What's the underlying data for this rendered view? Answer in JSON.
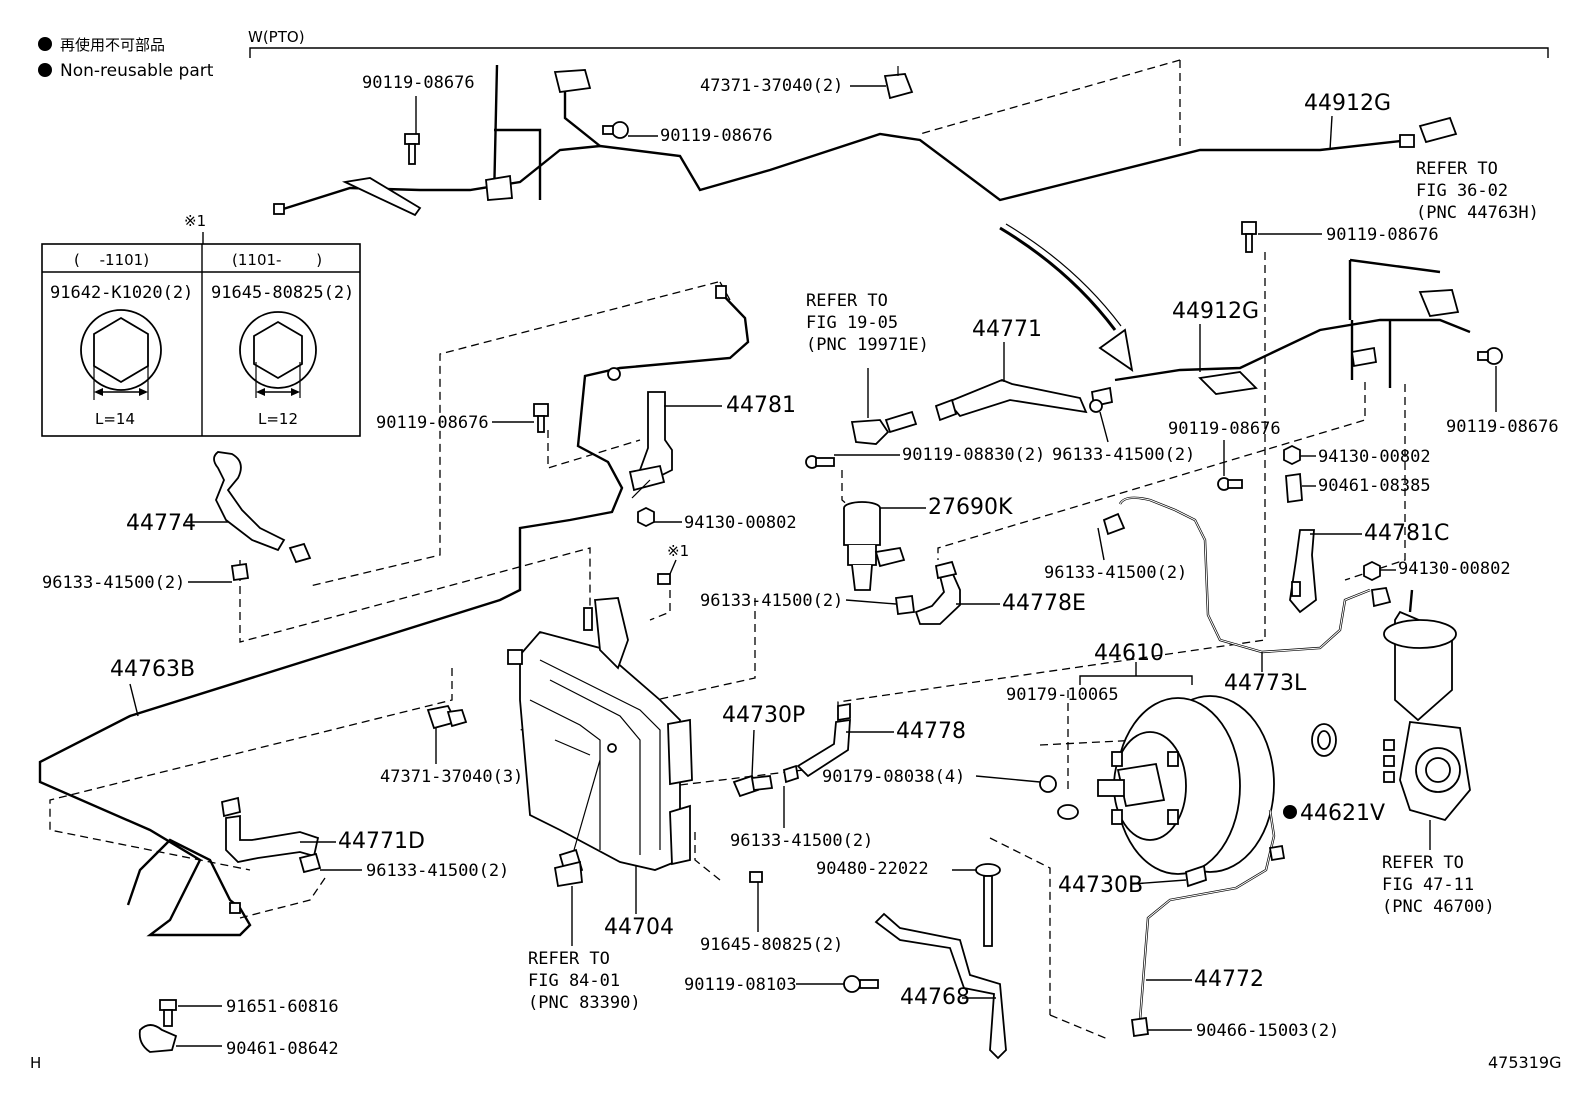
{
  "legend": {
    "line1": "再使用不可部品",
    "line2": "Non-reusable part"
  },
  "header": {
    "variant": "W(PTO)"
  },
  "inset": {
    "mark": "※1",
    "col1_range": "(　 -1101)",
    "col2_range": "(1101-　　 )",
    "col1_part": "91642-K1020(2)",
    "col2_part": "91645-80825(2)",
    "col1_dim": "L=14",
    "col2_dim": "L=12"
  },
  "labels": {
    "p90119_08676_a": "90119-08676",
    "p47371_37040_2": "47371-37040(2)",
    "p90119_08676_b": "90119-08676",
    "p44912G_a": "44912G",
    "refer_36_1": "REFER TO",
    "refer_36_2": "FIG 36-02",
    "refer_36_3": "(PNC 44763H)",
    "p90119_08676_c": "90119-08676",
    "p44912G_b": "44912G",
    "p90119_08676_d": "90119-08676",
    "refer_19_1": "REFER TO",
    "refer_19_2": "FIG 19-05",
    "refer_19_3": "(PNC 19971E)",
    "p44771": "44771",
    "p90119_08676_e": "90119-08676",
    "p44781": "44781",
    "p90119_08830": "90119-08830(2)",
    "p96133_41500_a": "96133-41500(2)",
    "p90119_08676_f": "90119-08676",
    "p94130_00802_a": "94130-00802",
    "p90461_08385": "90461-08385",
    "p44774": "44774",
    "p27690K": "27690K",
    "p44781C": "44781C",
    "p94130_00802_b": "94130-00802",
    "p96133_41500_b": "96133-41500(2)",
    "p96133_41500_c": "96133-41500(2)",
    "p94130_00802_c": "94130-00802",
    "mark_2": "※1",
    "p96133_41500_d": "96133-41500(2)",
    "p44778E": "44778E",
    "p44610": "44610",
    "p44763B": "44763B",
    "p44773L": "44773L",
    "p90179_10065": "90179-10065",
    "p44730P": "44730P",
    "p44778": "44778",
    "p47371_37040_3": "47371-37040(3)",
    "p90179_08038": "90179-08038(4)",
    "p44621V": "44621V",
    "p44771D": "44771D",
    "p96133_41500_e": "96133-41500(2)",
    "p96133_41500_f": "96133-41500(2)",
    "refer_47_1": "REFER TO",
    "refer_47_2": "FIG 47-11",
    "refer_47_3": "(PNC 46700)",
    "p90480_22022": "90480-22022",
    "p44730B": "44730B",
    "p44704": "44704",
    "p91645_80825": "91645-80825(2)",
    "refer_84_1": "REFER TO",
    "refer_84_2": "FIG 84-01",
    "refer_84_3": "(PNC 83390)",
    "p90119_08103": "90119-08103",
    "p44772": "44772",
    "p44768": "44768",
    "p91651_60816": "91651-60816",
    "p90466_15003": "90466-15003(2)",
    "p90461_08642": "90461-08642",
    "corner_h": "H",
    "drawing_no": "475319G"
  }
}
